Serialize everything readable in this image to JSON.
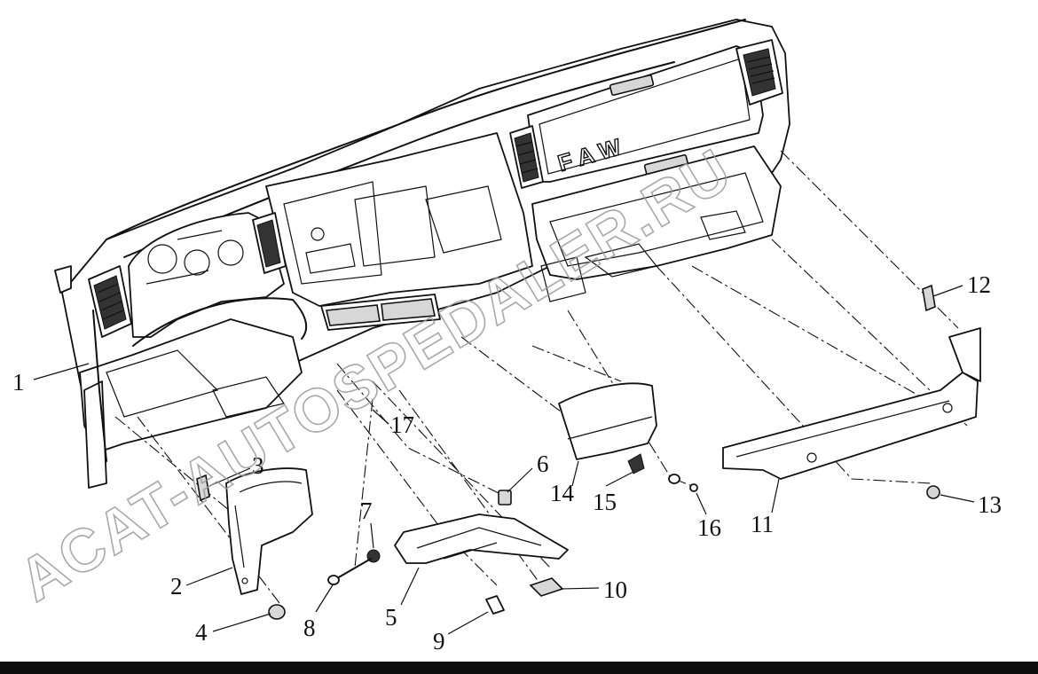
{
  "diagram": {
    "brand_mark": "FAW",
    "watermark": "ACAT-AUTOSPEDALER.RU",
    "callouts": [
      {
        "id": "1",
        "label": "1"
      },
      {
        "id": "2",
        "label": "2"
      },
      {
        "id": "3",
        "label": "3"
      },
      {
        "id": "4",
        "label": "4"
      },
      {
        "id": "5",
        "label": "5"
      },
      {
        "id": "6",
        "label": "6"
      },
      {
        "id": "7",
        "label": "7"
      },
      {
        "id": "8",
        "label": "8"
      },
      {
        "id": "9",
        "label": "9"
      },
      {
        "id": "10",
        "label": "10"
      },
      {
        "id": "11",
        "label": "11"
      },
      {
        "id": "12",
        "label": "12"
      },
      {
        "id": "13",
        "label": "13"
      },
      {
        "id": "14",
        "label": "14"
      },
      {
        "id": "15",
        "label": "15"
      },
      {
        "id": "16",
        "label": "16"
      },
      {
        "id": "17",
        "label": "17"
      }
    ]
  },
  "colors": {
    "line": "#111111",
    "background": "#ffffff",
    "bar": "#0d0d0d",
    "watermark": "#9a9a9a"
  }
}
